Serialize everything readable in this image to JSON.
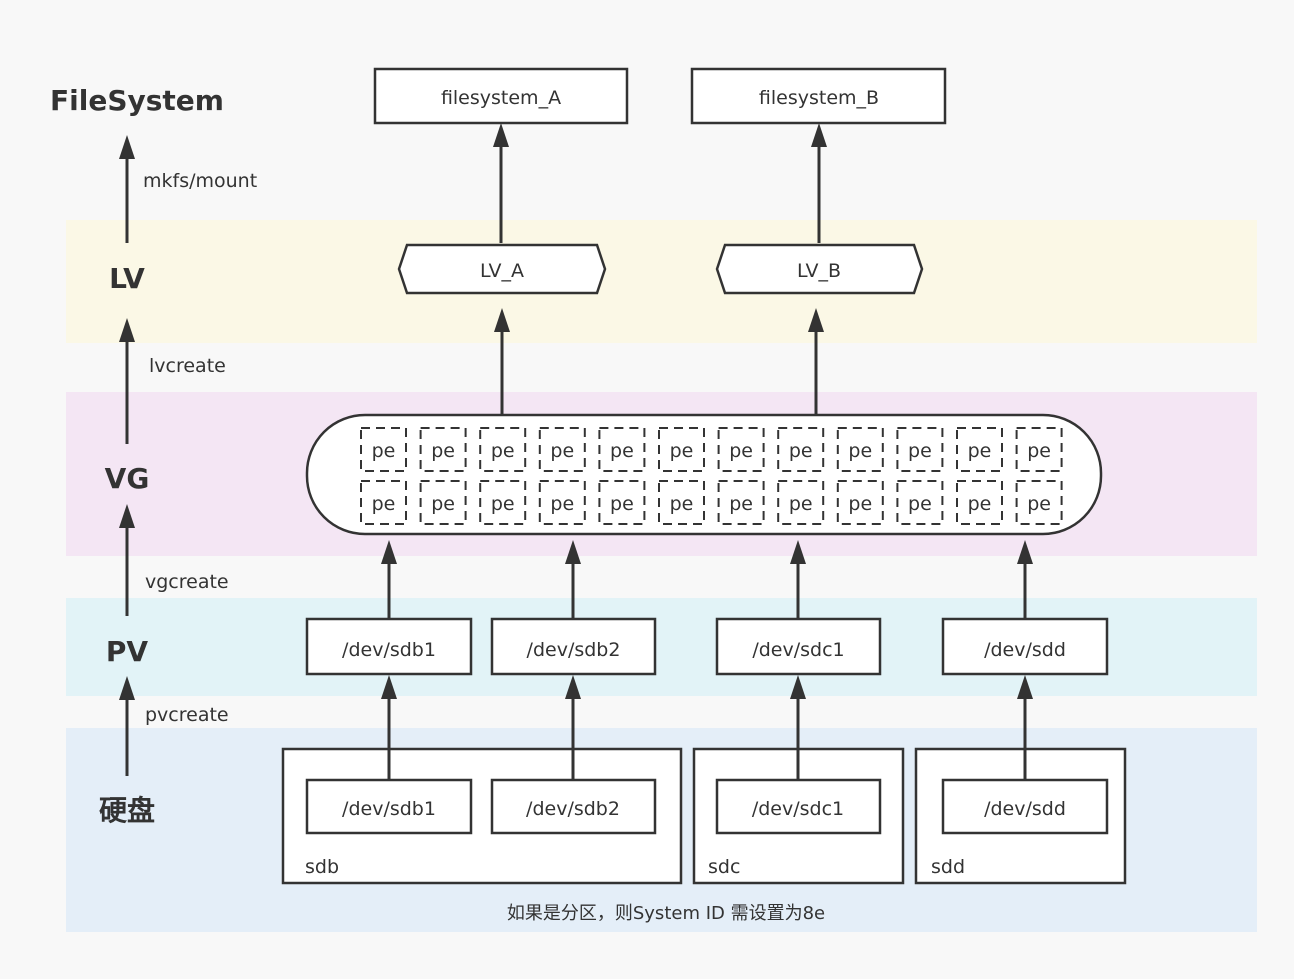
{
  "layers": {
    "filesystem": "FileSystem",
    "lv": "LV",
    "vg": "VG",
    "pv": "PV",
    "disk": "硬盘"
  },
  "commands": {
    "mkfs": "mkfs/mount",
    "lvcreate": "lvcreate",
    "vgcreate": "vgcreate",
    "pvcreate": "pvcreate"
  },
  "filesystems": [
    "filesystem_A",
    "filesystem_B"
  ],
  "logical_volumes": [
    "LV_A",
    "LV_B"
  ],
  "pe_label": "pe",
  "pe_grid": {
    "rows": 2,
    "cols": 12
  },
  "physical_volumes": [
    "/dev/sdb1",
    "/dev/sdb2",
    "/dev/sdc1",
    "/dev/sdd"
  ],
  "disks": [
    {
      "name": "sdb",
      "partitions": [
        "/dev/sdb1",
        "/dev/sdb2"
      ]
    },
    {
      "name": "sdc",
      "partitions": [
        "/dev/sdc1"
      ]
    },
    {
      "name": "sdd",
      "partitions": [
        "/dev/sdd"
      ]
    }
  ],
  "note": "如果是分区，则System ID 需设置为8e",
  "colors": {
    "background": "#f8f8f8",
    "lv_band": "#fbf8e6",
    "vg_band": "#f4e6f4",
    "pv_band": "#e2f3f7",
    "disk_band": "#e4eef8",
    "stroke": "#333333",
    "box_fill": "#ffffff"
  }
}
